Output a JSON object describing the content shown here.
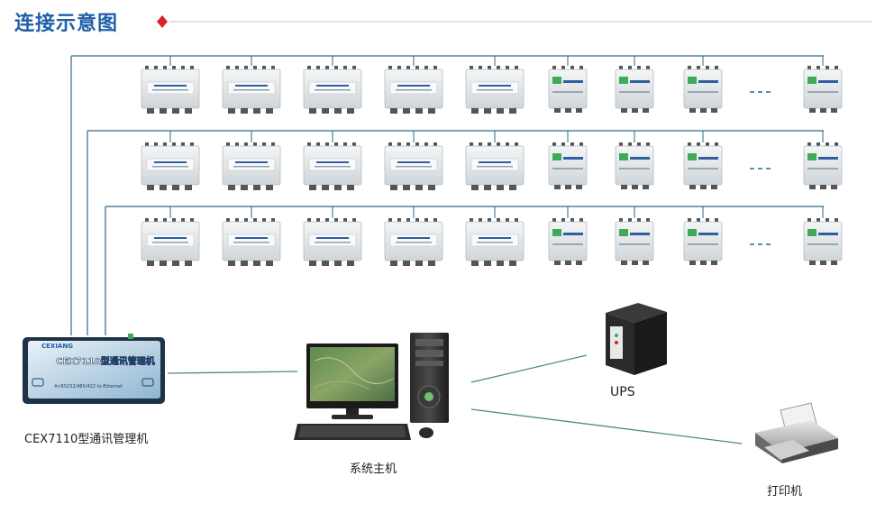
{
  "title": "连接示意图",
  "rows": [
    {
      "big_devices": 5,
      "small_devices": 3,
      "tail_devices": 1
    },
    {
      "big_devices": 5,
      "small_devices": 3,
      "tail_devices": 1
    },
    {
      "big_devices": 5,
      "small_devices": 3,
      "tail_devices": 1
    }
  ],
  "device_brand": "CEXIANG",
  "manager": {
    "label": "CEX7110型通讯管理机",
    "panel_title": "CEX7110型通讯管理机",
    "panel_subtitle": "4×RS232/485/422 to Ethernet",
    "logo": "CEXIANG"
  },
  "host": {
    "label": "系统主机"
  },
  "ups": {
    "label": "UPS"
  },
  "printer": {
    "label": "打印机"
  },
  "colors": {
    "title": "#1f5fa8",
    "accent": "#d9232a",
    "bus_line": "#2f6a8a",
    "connector_line": "#4d8a82",
    "device_body": "#e2e6e9",
    "device_green": "#3faa5a",
    "manager_body": "#20354a"
  }
}
